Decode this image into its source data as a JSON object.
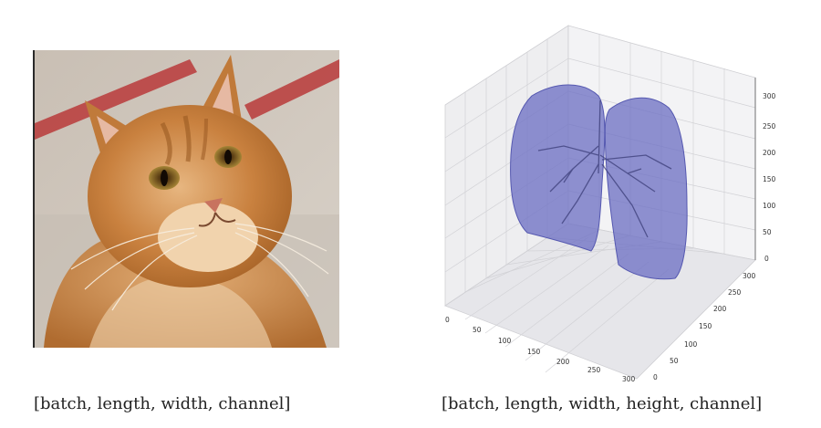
{
  "captions": {
    "left": "[batch, length, width, channel]",
    "right": "[batch, length, width, height, channel]"
  },
  "images": {
    "left": "cat-photo",
    "right": "3d-lung-plot"
  },
  "plot": {
    "x_ticks": [
      "0",
      "50",
      "100",
      "150",
      "200",
      "250",
      "300"
    ],
    "y_ticks": [
      "0",
      "50",
      "100",
      "150",
      "200",
      "250",
      "300"
    ],
    "z_ticks": [
      "0",
      "50",
      "100",
      "150",
      "200",
      "250",
      "300"
    ]
  },
  "colors": {
    "lung_fill": "#6f72c4",
    "pane": "#f2f2f3",
    "caption": "#222222"
  }
}
